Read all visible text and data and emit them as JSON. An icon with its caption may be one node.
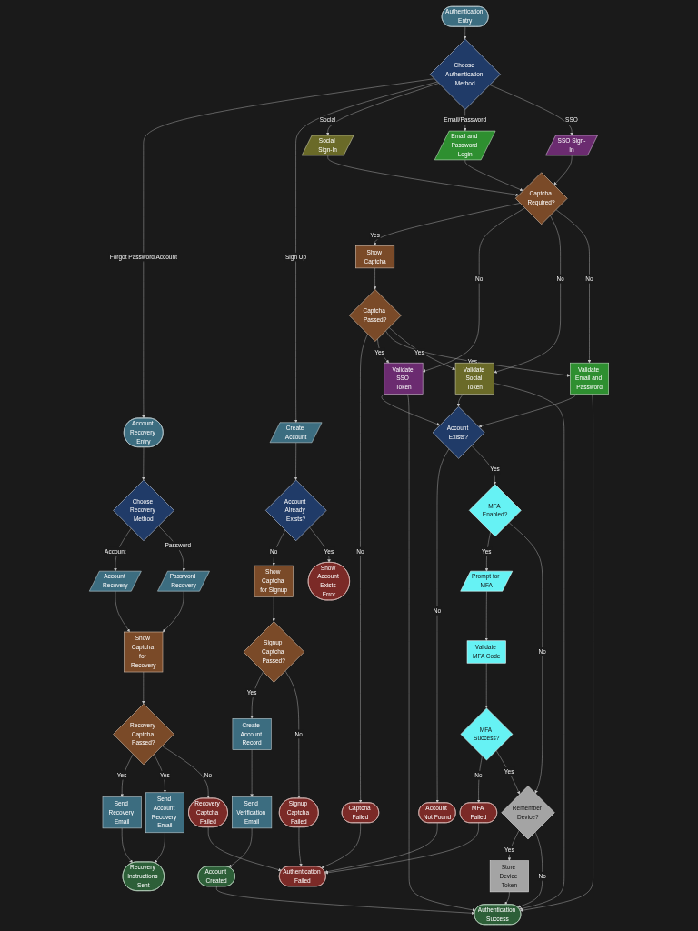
{
  "diagram": {
    "nodes": [
      {
        "text": [
          "Authentication Entry"
        ]
      },
      {
        "text": [
          "Choose Authentication Method"
        ]
      },
      {
        "text": [
          "Account Recovery Entry"
        ]
      },
      {
        "text": [
          "Create Account"
        ]
      },
      {
        "text": [
          "Social Sign-In"
        ]
      },
      {
        "text": [
          "Email and Password Login"
        ]
      },
      {
        "text": [
          "SSO Sign-In"
        ]
      },
      {
        "text": [
          "Choose Recovery Method"
        ]
      },
      {
        "text": [
          "Account Already Exists?"
        ]
      },
      {
        "text": [
          "Captcha Required?"
        ]
      },
      {
        "text": [
          "Password Recovery"
        ]
      },
      {
        "text": [
          "Show Captcha for Signup"
        ]
      },
      {
        "text": [
          "Show Account Exists Error"
        ]
      },
      {
        "text": [
          "Show Captcha"
        ]
      },
      {
        "text": [
          "Show Captcha for Recovery"
        ]
      },
      {
        "text": [
          "Signup Captcha Passed?"
        ]
      },
      {
        "text": [
          "Captcha Passed?"
        ]
      },
      {
        "text": [
          "Account Recovery"
        ]
      },
      {
        "text": [
          "Recovery Captcha Passed?"
        ]
      },
      {
        "text": [
          "Create Account Record"
        ]
      },
      {
        "text": [
          "Signup Captcha Failed"
        ]
      },
      {
        "text": [
          "Captcha Failed"
        ]
      },
      {
        "text": [
          "Validate Social Token"
        ]
      },
      {
        "text": [
          "Send Recovery Email"
        ]
      },
      {
        "text": [
          "Send Account Recovery Email"
        ]
      },
      {
        "text": [
          "Send Verification Email"
        ]
      },
      {
        "text": [
          "Recovery Captcha Failed"
        ]
      },
      {
        "text": [
          "Account Exists?"
        ]
      },
      {
        "text": [
          "Validate SSO Token"
        ]
      },
      {
        "text": [
          "Validate Email and Password"
        ]
      },
      {
        "text": [
          "Recovery Instructions Sent"
        ]
      },
      {
        "text": [
          "Account Created"
        ]
      },
      {
        "text": [
          "Account Not Found"
        ]
      },
      {
        "text": [
          "MFA Enabled?"
        ]
      },
      {
        "text": [
          "Prompt for MFA"
        ]
      },
      {
        "text": [
          "Validate MFA Code"
        ]
      },
      {
        "text": [
          "MFA Success?"
        ]
      },
      {
        "text": [
          "MFA Failed"
        ]
      },
      {
        "text": [
          "Remember Device?"
        ]
      },
      {
        "text": [
          "Authentication Failed"
        ]
      },
      {
        "text": [
          "Store Device Token"
        ]
      },
      {
        "text": [
          "Authentication Success"
        ]
      }
    ],
    "edges": [
      {
        "from": 0,
        "to": 1,
        "arrow": "to"
      },
      {
        "from": 1,
        "to": 2,
        "arrow": "to",
        "label": "Forgot Password Account"
      },
      {
        "from": 1,
        "to": 3,
        "arrow": "to",
        "label": "Sign Up"
      },
      {
        "from": 1,
        "to": 4,
        "arrow": "to",
        "label": "Social"
      },
      {
        "from": 1,
        "to": 5,
        "arrow": "to",
        "label": "Email/Password"
      },
      {
        "from": 1,
        "to": 6,
        "arrow": "to",
        "label": "SSO"
      },
      {
        "from": 2,
        "to": 7,
        "arrow": "to"
      },
      {
        "from": 3,
        "to": 8,
        "arrow": "to"
      },
      {
        "from": 4,
        "to": 9,
        "arrow": "to"
      },
      {
        "from": 5,
        "to": 9,
        "arrow": "to"
      },
      {
        "from": 6,
        "to": 9,
        "arrow": "to"
      },
      {
        "from": 7,
        "to": 17,
        "arrow": "to",
        "label": "Account"
      },
      {
        "from": 7,
        "to": 10,
        "arrow": "to",
        "label": "Password"
      },
      {
        "from": 8,
        "to": 11,
        "arrow": "to",
        "label": "No"
      },
      {
        "from": 8,
        "to": 12,
        "arrow": "to",
        "label": "Yes"
      },
      {
        "from": 9,
        "to": 13,
        "arrow": "to",
        "label": "Yes"
      },
      {
        "from": 9,
        "to": 28,
        "arrow": "to",
        "label": "No"
      },
      {
        "from": 9,
        "to": 22,
        "arrow": "to",
        "label": "No"
      },
      {
        "from": 9,
        "to": 29,
        "arrow": "to",
        "label": "No"
      },
      {
        "from": 10,
        "to": 14,
        "arrow": "to"
      },
      {
        "from": 17,
        "to": 14,
        "arrow": "to"
      },
      {
        "from": 11,
        "to": 15,
        "arrow": "to"
      },
      {
        "from": 13,
        "to": 16,
        "arrow": "to"
      },
      {
        "from": 14,
        "to": 18,
        "arrow": "to"
      },
      {
        "from": 15,
        "to": 19,
        "arrow": "to",
        "label": "Yes"
      },
      {
        "from": 15,
        "to": 20,
        "arrow": "to",
        "label": "No"
      },
      {
        "from": 16,
        "to": 21,
        "arrow": "to",
        "label": "No"
      },
      {
        "from": 16,
        "to": 28,
        "arrow": "to",
        "label": "Yes"
      },
      {
        "from": 16,
        "to": 29,
        "arrow": "to",
        "label": "Yes"
      },
      {
        "from": 16,
        "to": 22,
        "arrow": "to",
        "label": "Yes"
      },
      {
        "from": 18,
        "to": 23,
        "arrow": "to",
        "label": "Yes"
      },
      {
        "from": 18,
        "to": 24,
        "arrow": "to",
        "label": "Yes"
      },
      {
        "from": 18,
        "to": 26,
        "arrow": "to",
        "label": "No"
      },
      {
        "from": 19,
        "to": 25,
        "arrow": "to"
      },
      {
        "from": 23,
        "to": 30,
        "arrow": "to"
      },
      {
        "from": 24,
        "to": 30,
        "arrow": "to"
      },
      {
        "from": 25,
        "to": 31,
        "arrow": "to"
      },
      {
        "from": 22,
        "to": 27,
        "arrow": "to"
      },
      {
        "from": 22,
        "to": 41,
        "arrow": "to"
      },
      {
        "from": 28,
        "to": 27,
        "arrow": "to"
      },
      {
        "from": 28,
        "to": 41,
        "arrow": "to"
      },
      {
        "from": 29,
        "to": 27,
        "arrow": "to"
      },
      {
        "from": 29,
        "to": 41,
        "arrow": "to"
      },
      {
        "from": 27,
        "to": 32,
        "arrow": "to",
        "label": "No"
      },
      {
        "from": 27,
        "to": 33,
        "arrow": "to",
        "label": "Yes"
      },
      {
        "from": 33,
        "to": 34,
        "arrow": "to",
        "label": "Yes"
      },
      {
        "from": 33,
        "to": 38,
        "arrow": "to",
        "label": "No"
      },
      {
        "from": 34,
        "to": 35,
        "arrow": "to"
      },
      {
        "from": 35,
        "to": 36,
        "arrow": "to"
      },
      {
        "from": 36,
        "to": 37,
        "arrow": "to",
        "label": "No"
      },
      {
        "from": 36,
        "to": 38,
        "arrow": "to",
        "label": "Yes"
      },
      {
        "from": 38,
        "to": 40,
        "arrow": "to",
        "label": "Yes"
      },
      {
        "from": 38,
        "to": 41,
        "arrow": "to",
        "label": "No"
      },
      {
        "from": 40,
        "to": 41,
        "arrow": "to"
      },
      {
        "from": 37,
        "to": 39,
        "arrow": "to"
      },
      {
        "from": 20,
        "to": 39,
        "arrow": "to"
      },
      {
        "from": 21,
        "to": 39,
        "arrow": "to"
      },
      {
        "from": 26,
        "to": 39,
        "arrow": "to"
      },
      {
        "from": 32,
        "to": 39,
        "arrow": "to"
      },
      {
        "from": 31,
        "to": 41,
        "arrow": "to"
      }
    ]
  }
}
